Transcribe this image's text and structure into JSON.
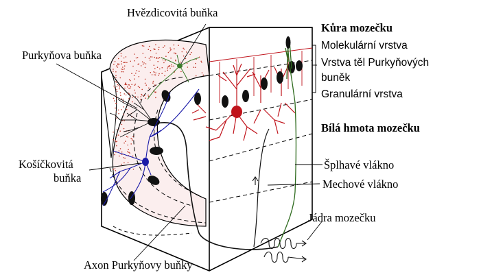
{
  "labels": {
    "hvezdicovita": "Hvězdicovitá buňka",
    "purkynova": "Purkyňova buňka",
    "kosickovita_1": "Košíčkovitá",
    "kosickovita_2": "buňka",
    "axon": "Axon Purkyňovy buňky",
    "kura": "Kůra mozečku",
    "molekularni": "Molekulární vrstva",
    "vrstva_tel_1": "Vrstva těl Purkyňových",
    "vrstva_tel_2": "buněk",
    "granularni": "Granulární vrstva",
    "bila_hmota": "Bílá hmota mozečku",
    "splhave": "Šplhavé vlákno",
    "mechove": "Mechové vlákno",
    "jadra": "Jádra mozečku"
  },
  "colors": {
    "outline": "#000000",
    "dots": "#c0392b",
    "purkinje_red": "#c0141c",
    "basket_blue": "#1a1aa8",
    "stellate_green": "#3a7a2a",
    "fiber_green": "#2e6b1e"
  }
}
